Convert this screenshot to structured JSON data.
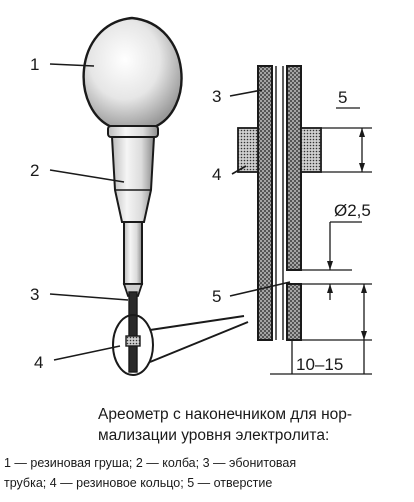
{
  "figure": {
    "callouts": {
      "bulb": "1",
      "flask": "2",
      "tube": "3",
      "ring": "4",
      "hole": "5"
    },
    "dimensions": {
      "hole_offset": "5",
      "hole_diameter": "Ø2,5",
      "tip_length": "10–15"
    }
  },
  "caption": {
    "title_line_1": "Ареометр с наконечником для нор-",
    "title_line_2": "мализации уровня электролита:",
    "legend_line_1": "1 — резиновая груша; 2 — колба; 3 — эбонитовая",
    "legend_line_2": "трубка; 4 — резиновое кольцо; 5 — отверстие"
  }
}
